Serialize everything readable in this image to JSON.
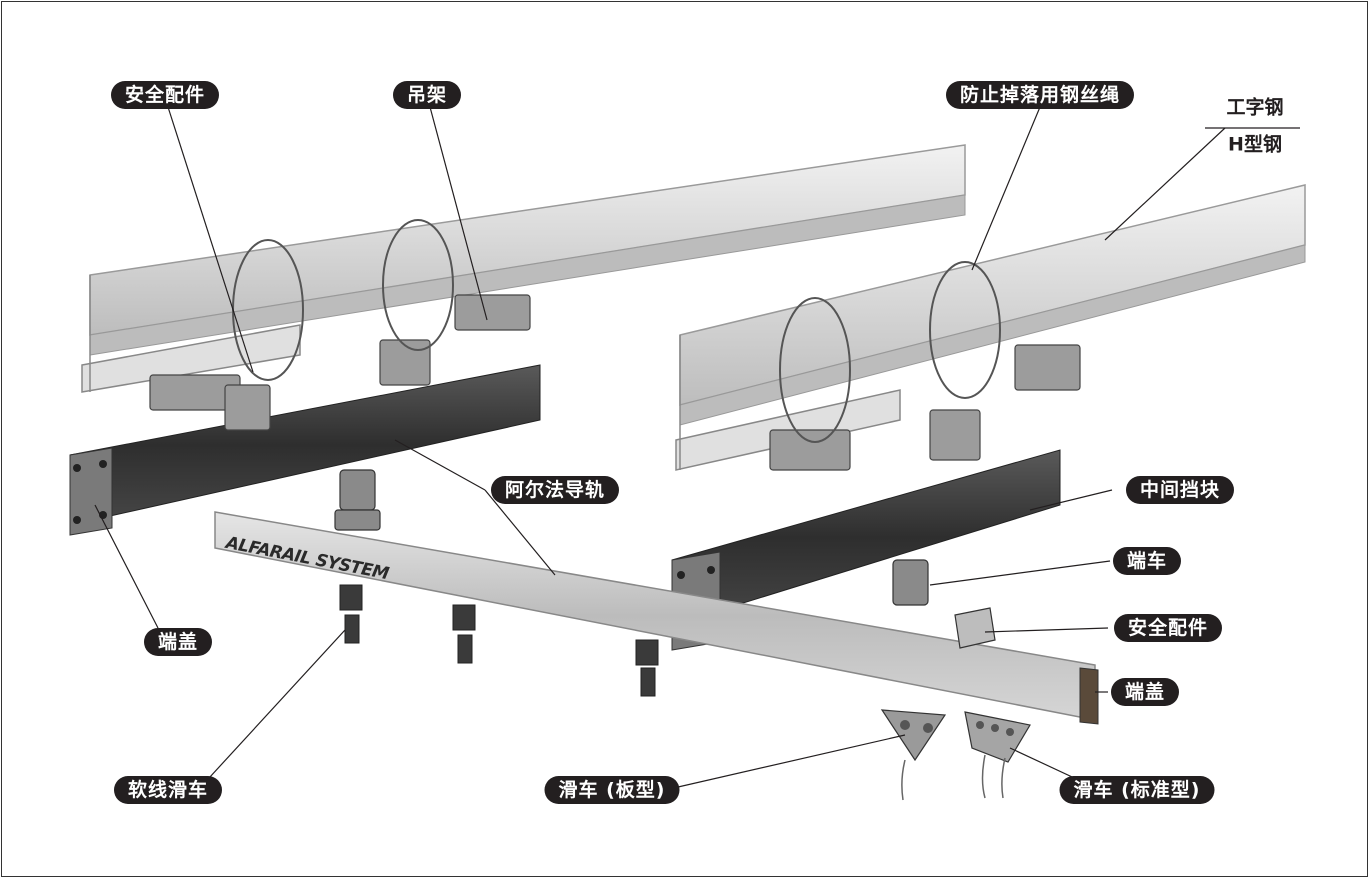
{
  "labels": {
    "safety_top": "安全配件",
    "hanger": "吊架",
    "wire_rope": "防止掉落用钢丝绳",
    "i_beam": "工字钢",
    "h_beam": "H型钢",
    "alpha_rail": "阿尔法导轨",
    "middle_stop": "中间挡块",
    "end_truck": "端车",
    "safety_right": "安全配件",
    "end_cap_left": "端盖",
    "end_cap_right": "端盖",
    "cable_trolley": "软线滑车",
    "trolley_plate": "滑车 (板型)",
    "trolley_standard": "滑车 (标准型)"
  },
  "brand_text": "ALFARAIL SYSTEM",
  "colors": {
    "label_bg": "#231f20",
    "label_text": "#ffffff",
    "beam_light": "#dedede",
    "rail_dark": "#3a3a3a",
    "rail_silver": "#c8c8c8"
  }
}
